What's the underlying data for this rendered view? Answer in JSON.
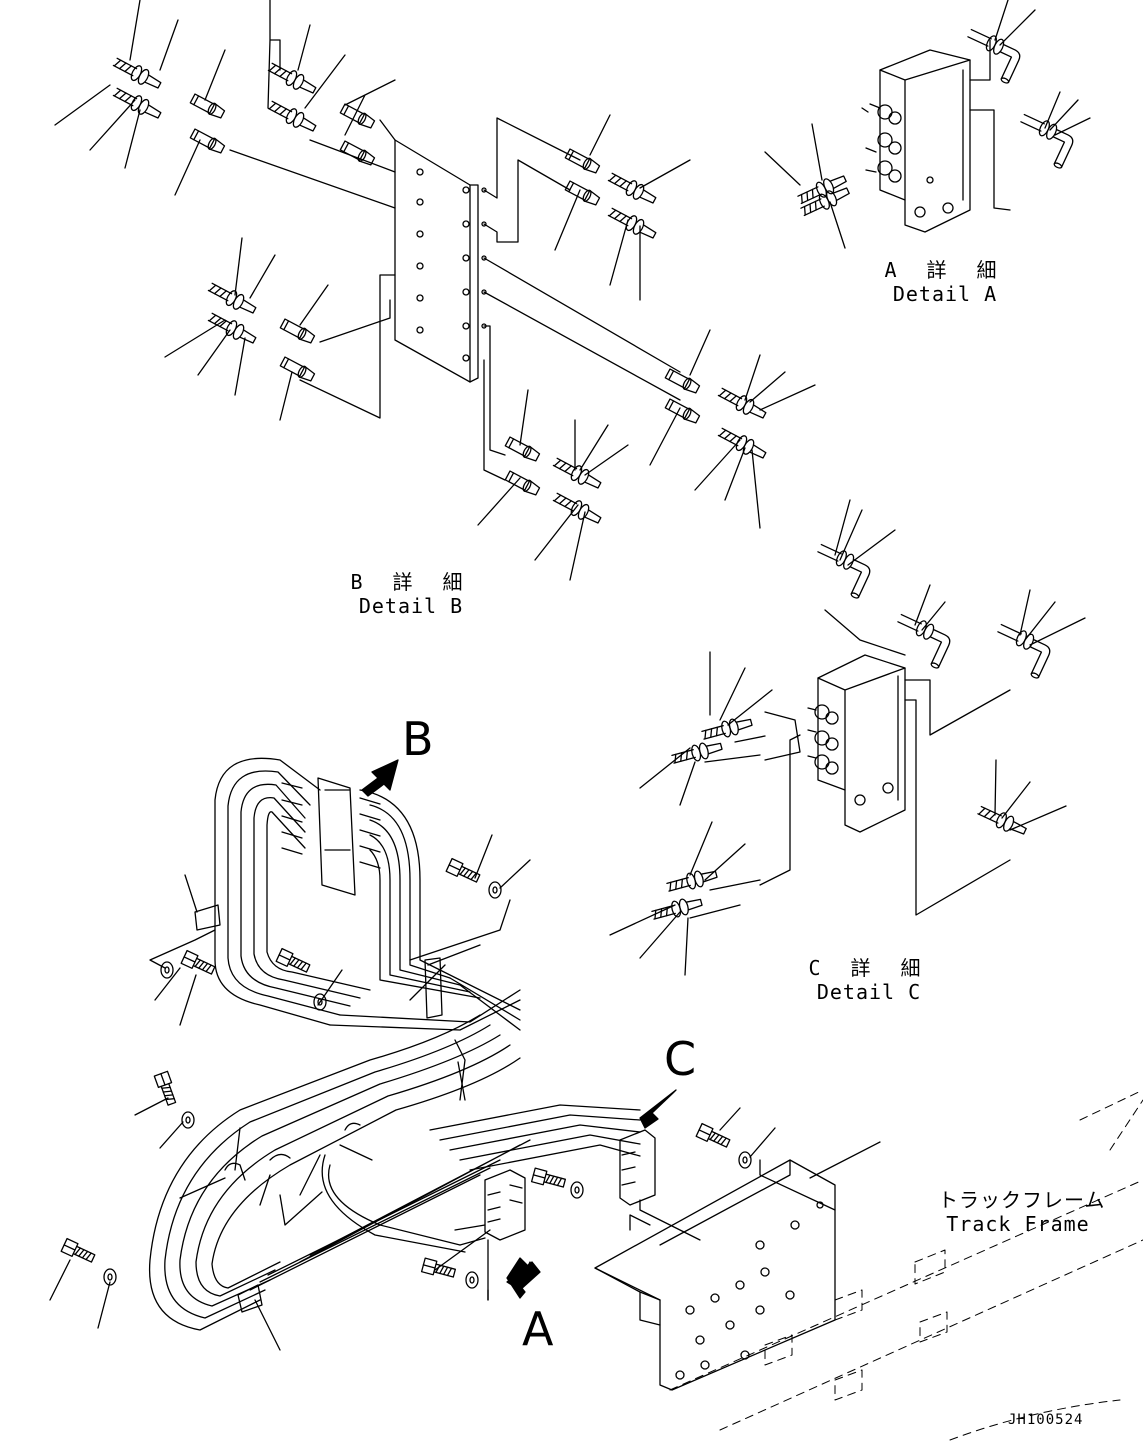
{
  "details": {
    "a": {
      "jp": "A 詳 細",
      "en": "Detail A"
    },
    "b": {
      "jp": "B 詳 細",
      "en": "Detail B"
    },
    "c": {
      "jp": "C 詳 細",
      "en": "Detail C"
    }
  },
  "view_letters": {
    "a": "A",
    "b": "B",
    "c": "C"
  },
  "track_frame": {
    "jp": "トラックフレーム",
    "en": "Track Frame"
  },
  "drawing_code": "JH100524"
}
